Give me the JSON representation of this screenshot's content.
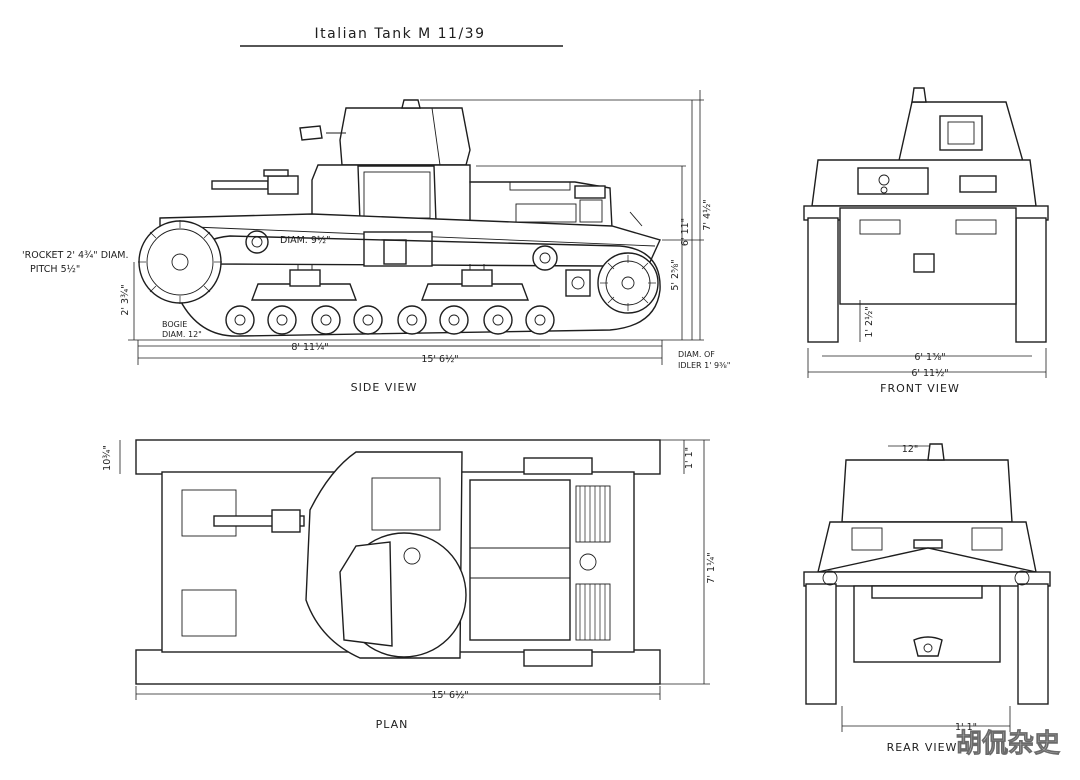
{
  "title": "Italian Tank   M   11/39",
  "views": {
    "side": "SIDE   VIEW",
    "front": "FRONT   VIEW",
    "plan": "PLAN",
    "rear": "REAR   VIEW"
  },
  "dimensions": {
    "sprocket_label": "'ROCKET  2' 4¾\" DIAM.",
    "pitch_label": "PITCH  5½\"",
    "sprocket_height": "2' 3¾\"",
    "hub_diam": "DIAM. 9½\"",
    "bogie_label": "BOGIE",
    "bogie_diam": "DIAM. 12\"",
    "wheelbase": "8' 11¼\"",
    "side_length": "15' 6½\"",
    "idler_label_1": "DIAM. OF",
    "idler_label_2": "IDLER 1' 9⅜\"",
    "track_height": "5' 2⅝\"",
    "hull_height": "6' 11\"",
    "overall_height": "7' 4½\"",
    "ground_clearance": "1' 2½\"",
    "front_width_a": "6' 11½\"",
    "front_width_b": "6' 1⅜\"",
    "plan_offset": "10¾\"",
    "plan_track": "1' 1\"",
    "plan_width": "7' 1¼\"",
    "plan_length": "15' 6½\"",
    "rear_offset": "12\"",
    "rear_track": "1' 1\""
  },
  "watermark": "胡侃杂史"
}
